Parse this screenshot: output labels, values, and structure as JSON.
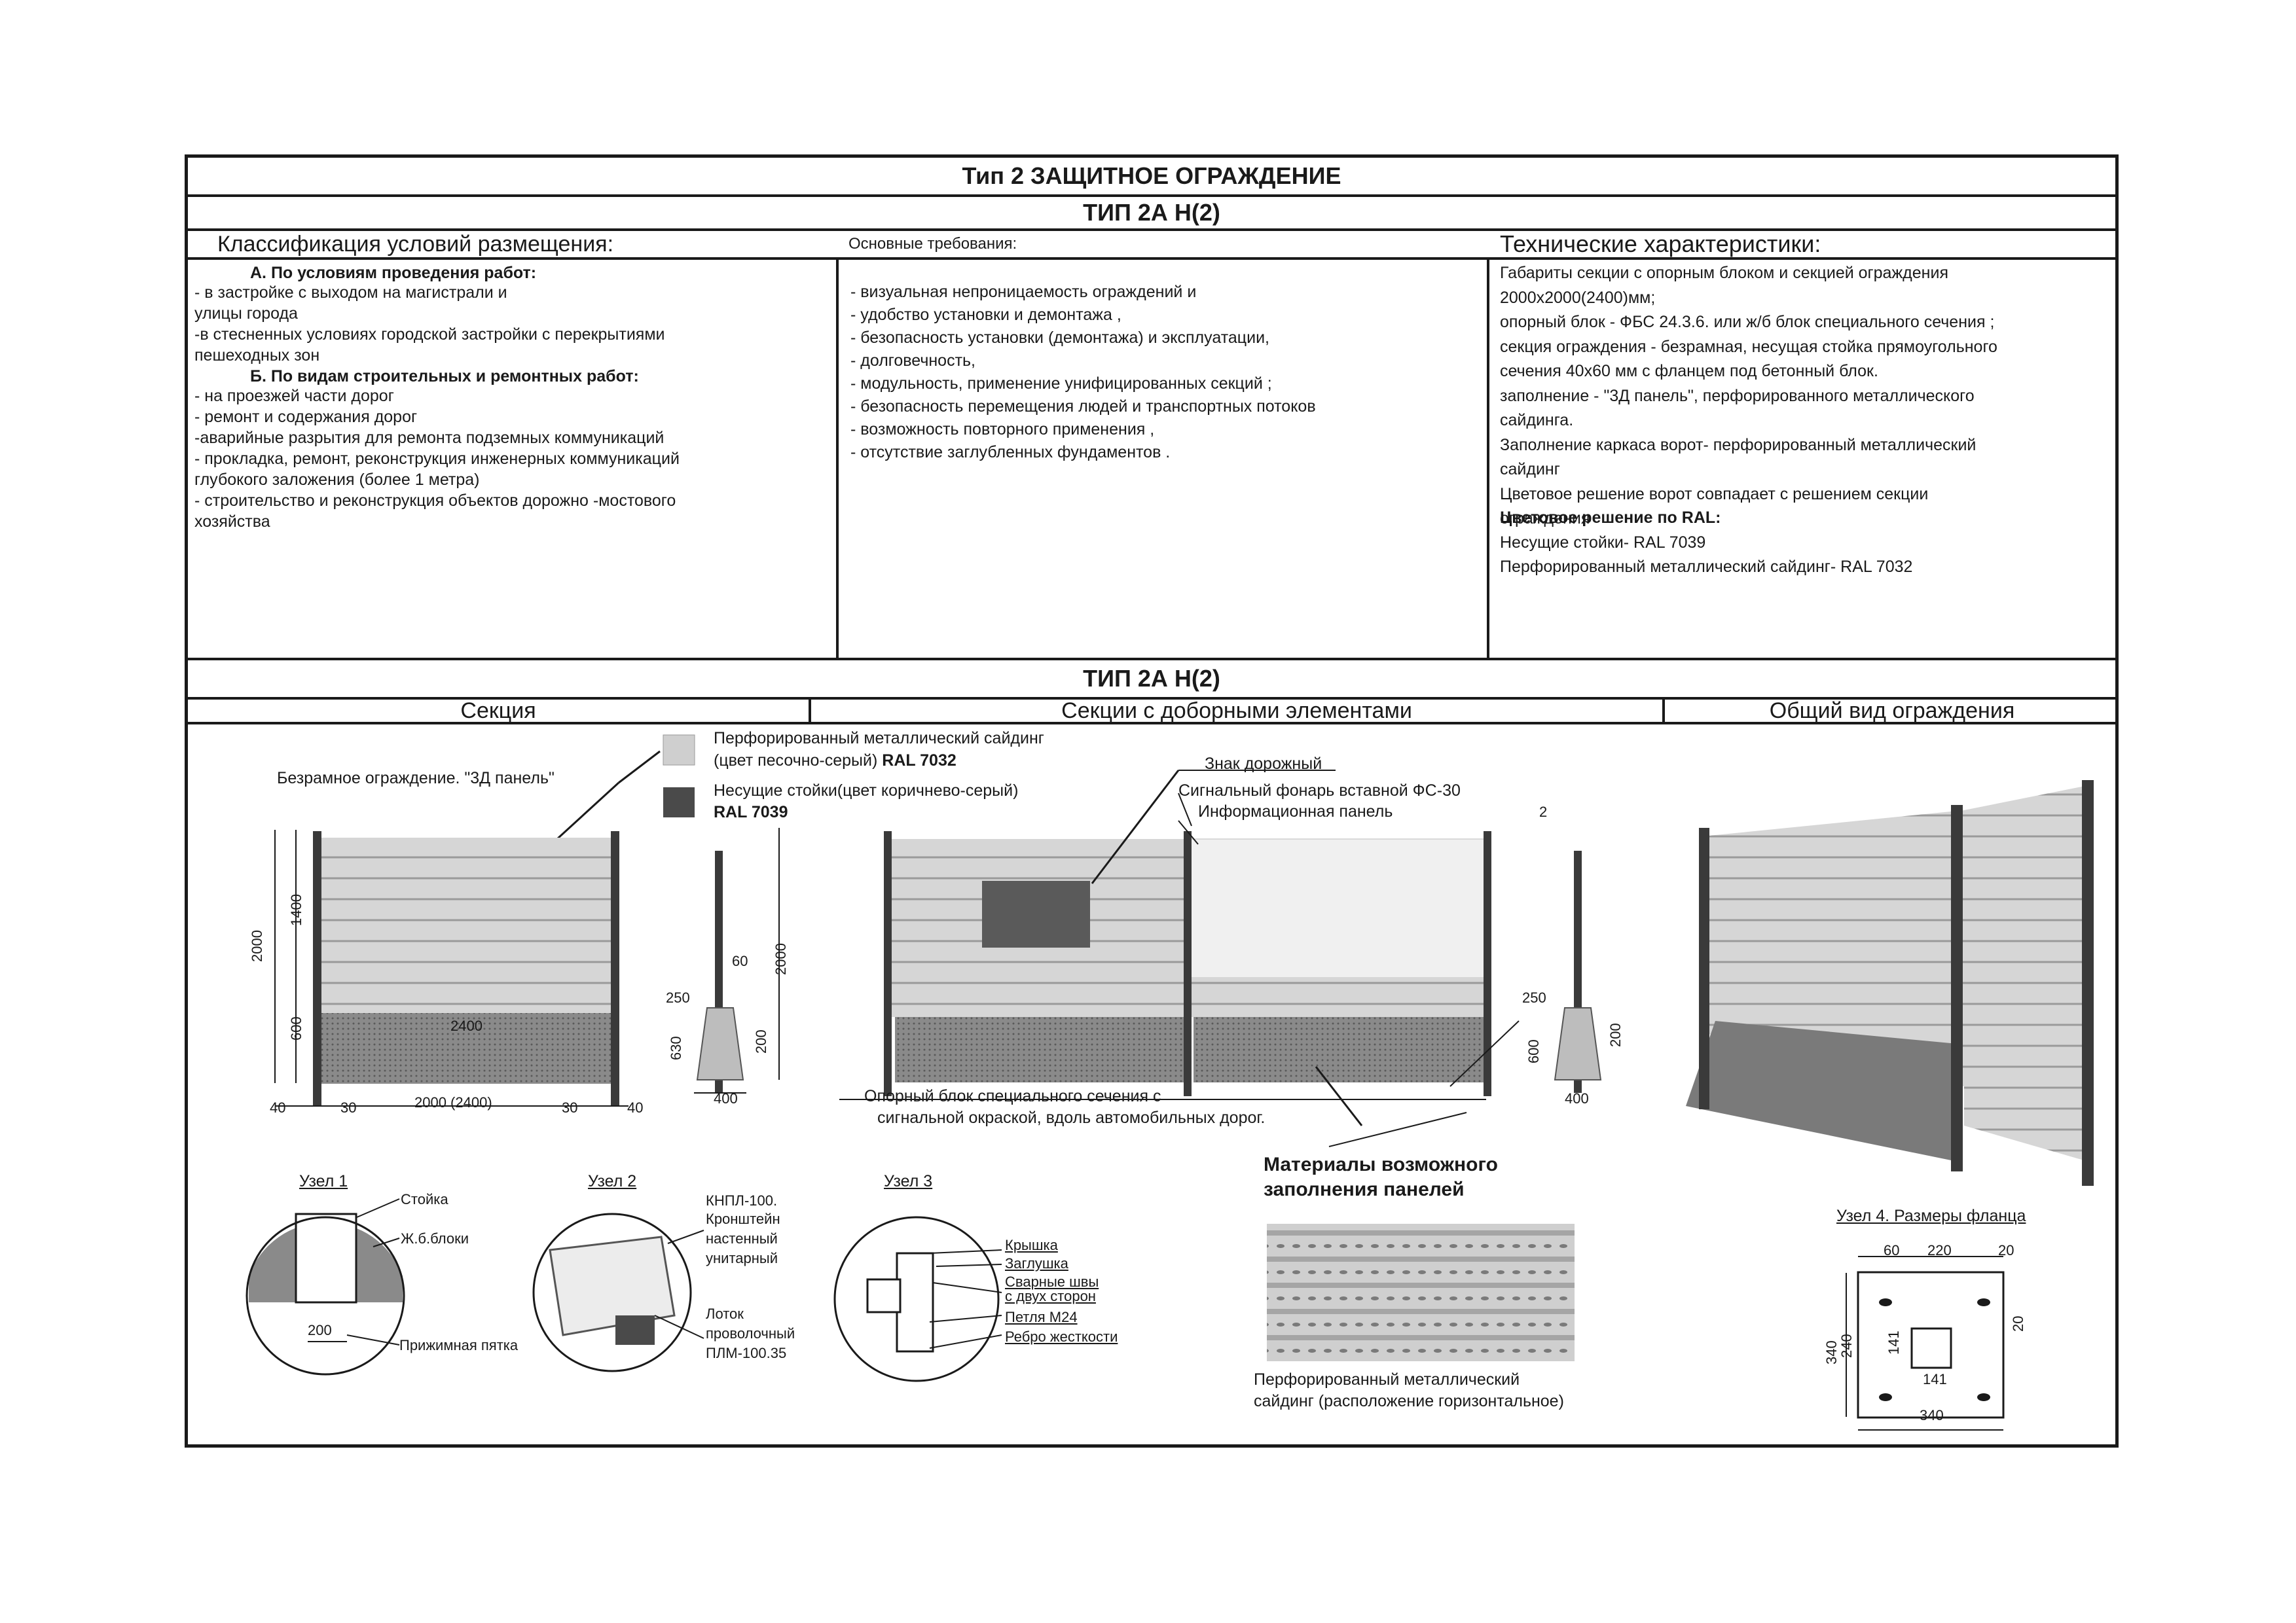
{
  "header": {
    "main_title": "Тип 2  ЗАЩИТНОЕ  ОГРАЖДЕНИЕ",
    "subtitle": "ТИП 2А Н(2)"
  },
  "columns": {
    "classification_head": "Классификация условий размещения:",
    "requirements_head": "Основные требования:",
    "tech_head": "Технические характеристики:"
  },
  "classification": {
    "a_title": "А. По условиям проведения работ:",
    "a_items": "- в застройке с выходом на магистрали и\n улицы города\n-в стесненных условиях городской застройки с перекрытиями\nпешеходных зон",
    "b_title": "Б. По видам строительных и ремонтных работ:",
    "b_items": "- на проезжей части дорог\n- ремонт и содержания дорог\n-аварийные разрытия для ремонта подземных коммуникаций\n- прокладка, ремонт, реконструкция инженерных коммуникаций\nглубокого заложения (более 1 метра)\n- строительство и реконструкция объектов дорожно -мостового\nхозяйства"
  },
  "requirements": {
    "items": "- визуальная непроницаемость ограждений и\n- удобство установки и демонтажа ,\n- безопасность установки (демонтажа) и эксплуатации,\n- долговечность,\n- модульность, применение унифицированных секций ;\n- безопасность перемещения людей и транспортных потоков\n- возможность повторного применения ,\n- отсутствие заглубленных фундаментов ."
  },
  "tech": {
    "items": "Габариты секции с опорным блоком и секцией ограждения\n2000х2000(2400)мм;\nопорный блок - ФБС 24.3.6. или ж/б блок специального сечения ;\nсекция ограждения - безрамная, несущая стойка прямоугольного\nсечения 40х60 мм с фланцем под бетонный блок.\nзаполнение - \"3Д панель\", перфорированного металлического\nсайдинга.\nЗаполнение каркаса ворот- перфорированный металлический\nсайдинг\nЦветовое решение ворот совпадает с решением секции\nограждения",
    "color_title": "Цветовое решение по RAL:",
    "color_items": "Несущие стойки- RAL 7039\nПерфорированный металлический сайдинг- RAL 7032"
  },
  "section2": {
    "title": "ТИП 2А Н(2)",
    "col1": "Секция",
    "col2": "Секции с доборными элементами",
    "col3": "Общий вид ограждения"
  },
  "drawing": {
    "legend1_a": "Перфорированный металлический сайдинг",
    "legend1_b": "(цвет  песочно-серый)",
    "legend1_ral": "RAL 7032",
    "legend2_a": "Несущие стойки(цвет коричнево-серый)",
    "legend2_ral": "RAL 7039",
    "frameless": "Безрамное ограждение. \"3Д панель\"",
    "dim_2000": "2000",
    "dim_1400": "1400",
    "dim_600": "600",
    "dim_2400": "2400",
    "dim_40": "40",
    "dim_30": "30",
    "dim_width": "2000 (2400)",
    "dim_250": "250",
    "dim_630": "630",
    "dim_60": "60",
    "dim_200": "200",
    "dim_400": "400",
    "sign": "Знак дорожный",
    "lamp": "Сигнальный фонарь вставной ФС-30",
    "info": "Информационная панель",
    "node2_mark": "2",
    "support_block_1": "Опорный блок специального сечения с",
    "support_block_2": "сигнальной окраской, вдоль автомобильных дорог."
  },
  "nodes": {
    "n1_title": "Узел 1",
    "n1_post": "Стойка",
    "n1_blocks": "Ж.б.блоки",
    "n1_dim": "200",
    "n1_heel": "Прижимная пятка",
    "n2_title": "Узел 2",
    "n2_a": "КНПЛ-100.",
    "n2_b": "Кронштейн",
    "n2_c": "настенный",
    "n2_d": "унитарный",
    "n2_e": "Лоток",
    "n2_f": "проволочный",
    "n2_g": "ПЛМ-100.35",
    "n3_title": "Узел 3",
    "n3_a": "Крышка",
    "n3_b": "Заглушка",
    "n3_c": "Сварные швы",
    "n3_d": "с двух сторон",
    "n3_e": "Петля  М24",
    "n3_f": "Ребро жесткости",
    "materials_a": "Материалы возможного",
    "materials_b": "заполнения панелей",
    "siding_a": "Перфорированный металлический",
    "siding_b": "сайдинг (расположение горизонтальное)",
    "n4_title": "Узел 4. Размеры фланца",
    "n4_60": "60",
    "n4_220": "220",
    "n4_20": "20",
    "n4_20b": "20",
    "n4_340": "340",
    "n4_240": "240",
    "n4_141": "141",
    "n4_141b": "141",
    "n4_340b": "340"
  }
}
